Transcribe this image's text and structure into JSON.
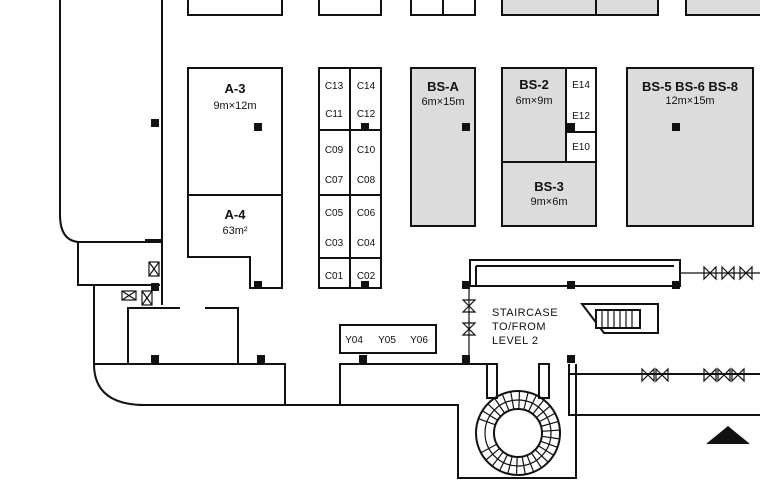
{
  "booths": {
    "a3": {
      "name": "A-3",
      "size": "9m×12m"
    },
    "a4": {
      "name": "A-4",
      "area": "63m²"
    },
    "bsa": {
      "name": "BS-A",
      "size": "6m×15m"
    },
    "bs2": {
      "name": "BS-2",
      "size": "6m×9m"
    },
    "bs3": {
      "name": "BS-3",
      "size": "9m×6m"
    },
    "bs568": {
      "name": "BS-5  BS-6  BS-8",
      "size": "12m×15m"
    }
  },
  "c_column": {
    "left": [
      "C13",
      "C11",
      "C09",
      "C07",
      "C05",
      "C03",
      "C01"
    ],
    "right": [
      "C14",
      "C12",
      "C10",
      "C08",
      "C06",
      "C04",
      "C02"
    ]
  },
  "e_column": [
    "E14",
    "E12",
    "E10"
  ],
  "y_row": [
    "Y04",
    "Y05",
    "Y06"
  ],
  "staircase": {
    "line1": "STAIRCASE",
    "line2": "TO/FROM",
    "line3": "LEVEL 2"
  },
  "colors": {
    "booth_fill": "#dcdcdc",
    "wall": "#111111"
  }
}
